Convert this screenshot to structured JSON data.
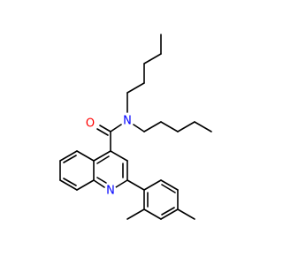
{
  "molecule": {
    "atoms": {
      "oxygen": "O",
      "amide_nitrogen": "N",
      "ring_nitrogen": "N"
    },
    "colors": {
      "bond": "#000000",
      "oxygen": "#ff0000",
      "nitrogen": "#0000ff",
      "background": "#ffffff"
    }
  }
}
